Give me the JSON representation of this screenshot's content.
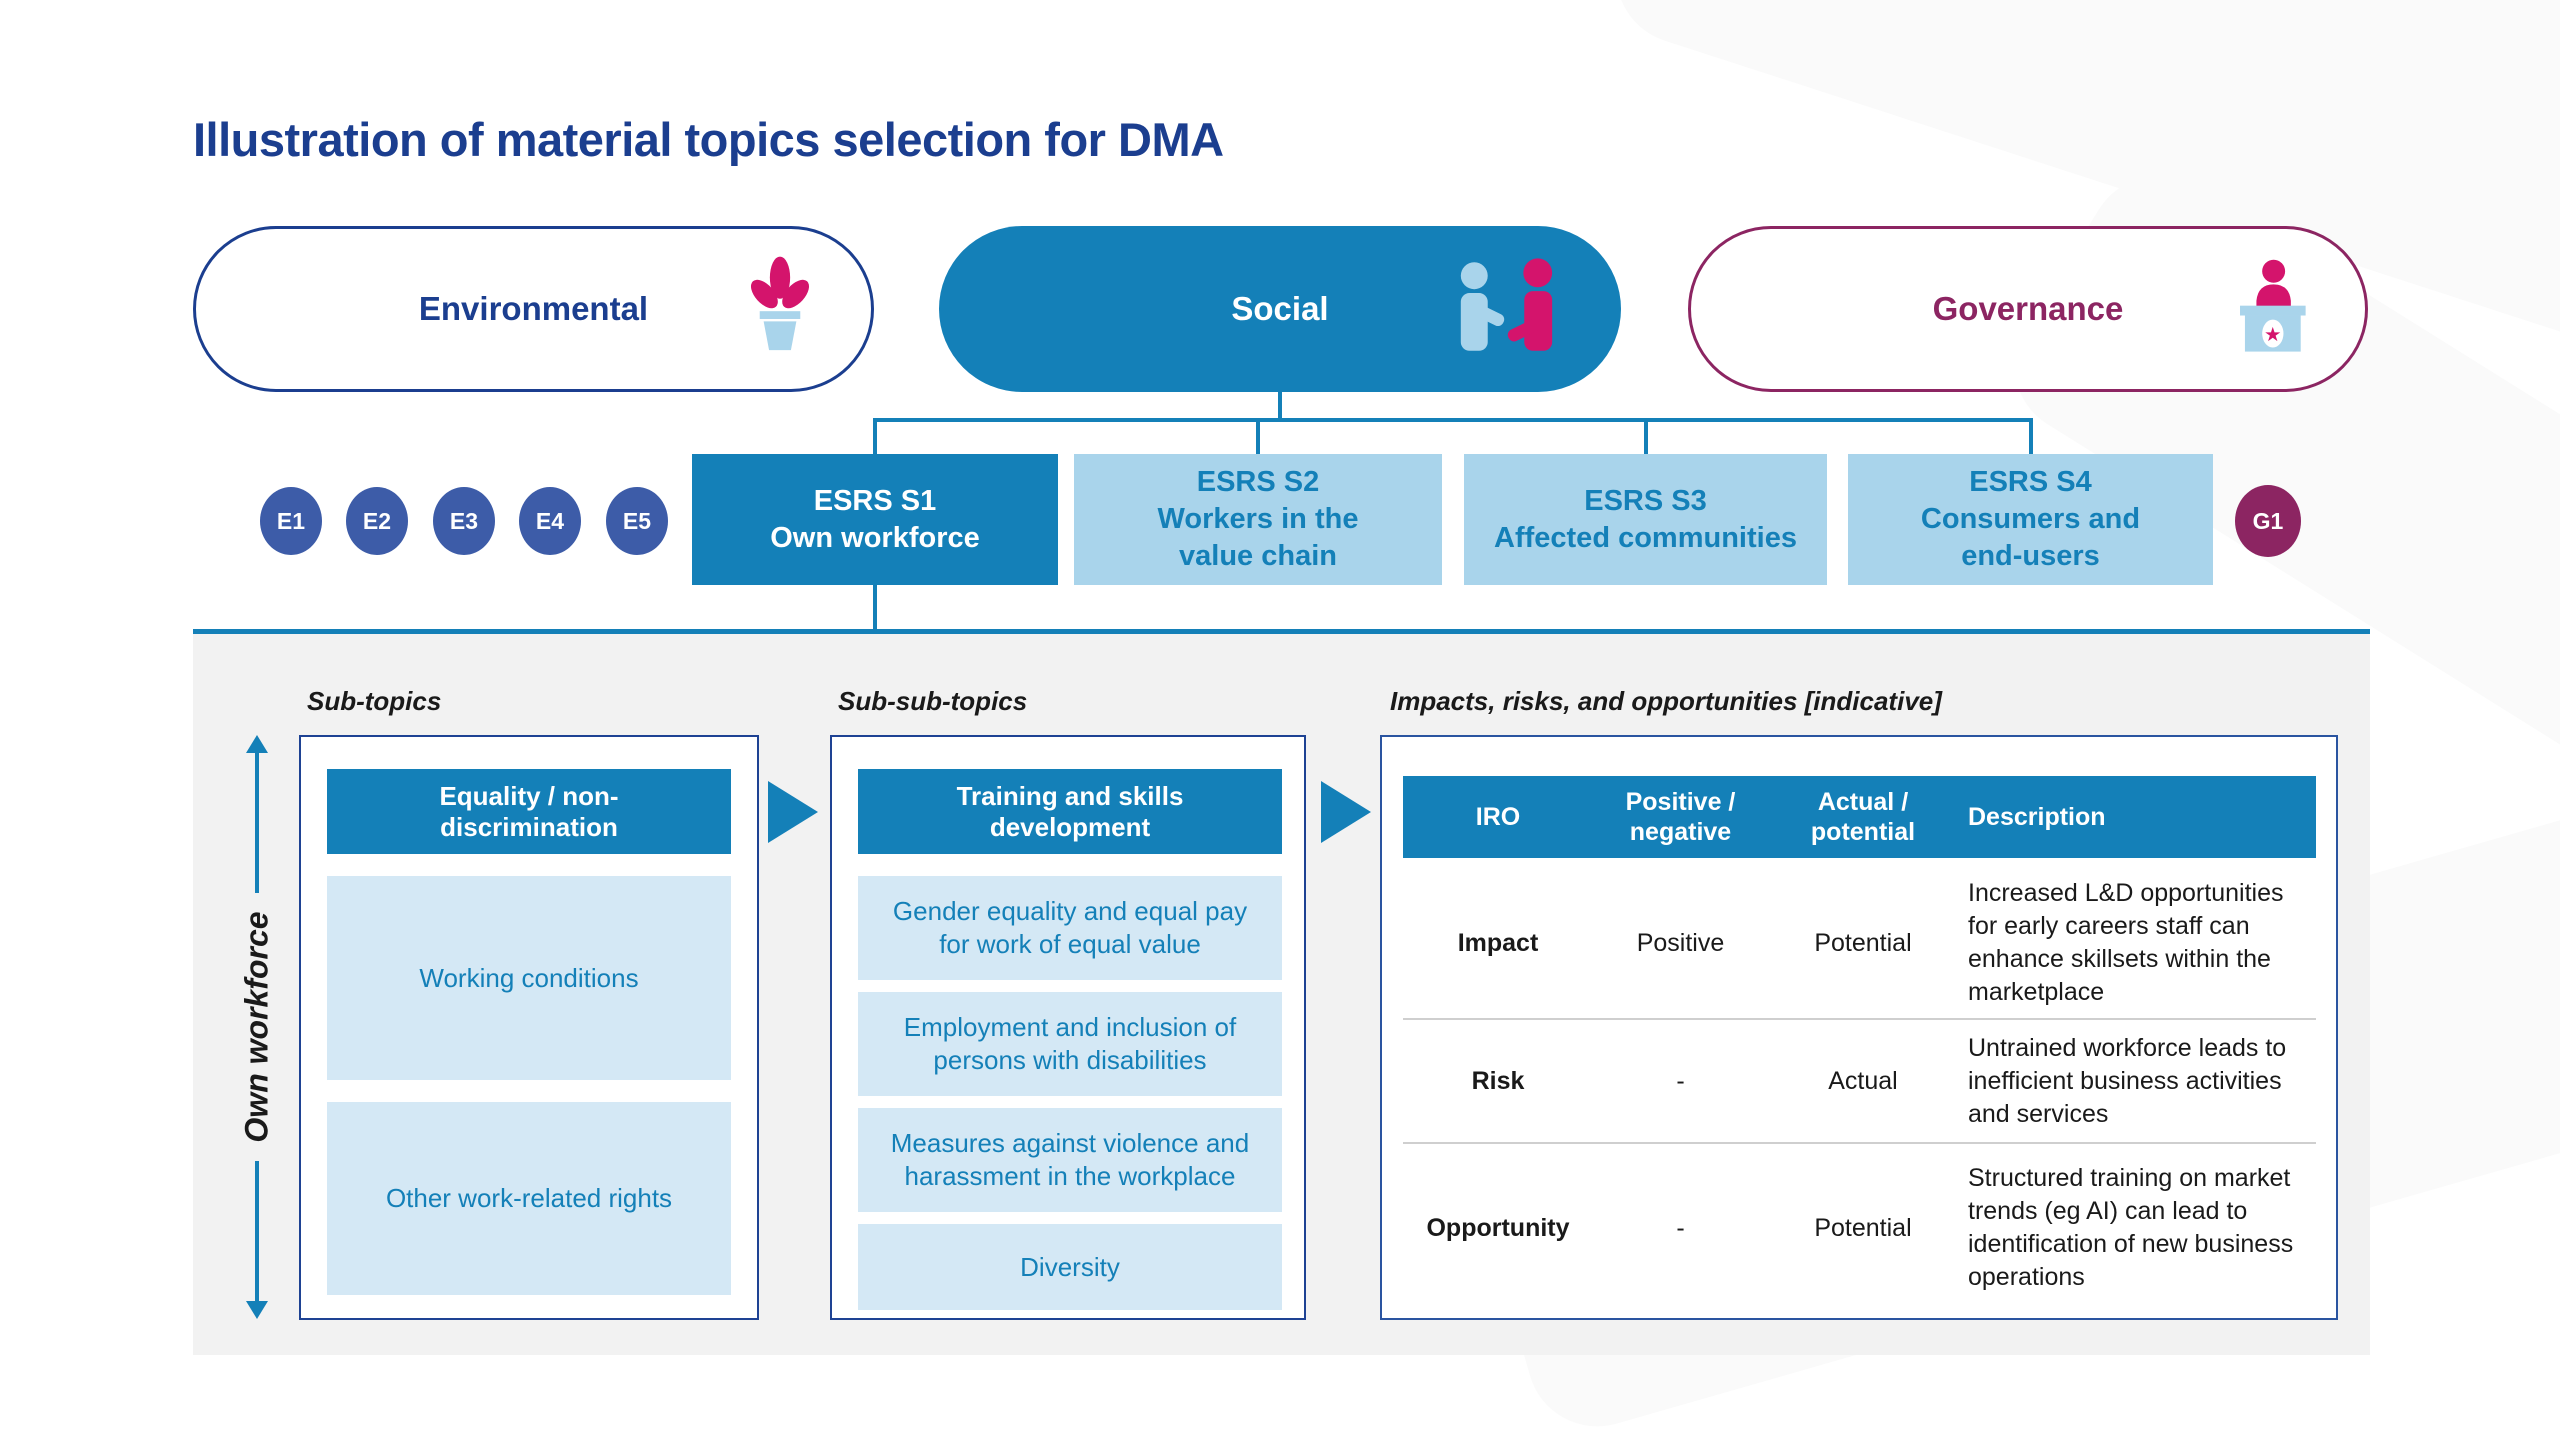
{
  "title": "Illustration of material topics selection for DMA",
  "pillars": {
    "environmental": {
      "label": "Environmental",
      "icon": "plant-in-pot-icon"
    },
    "social": {
      "label": "Social",
      "icon": "handshake-people-icon"
    },
    "governance": {
      "label": "Governance",
      "icon": "person-at-podium-icon"
    }
  },
  "badges": {
    "environmental": [
      "E1",
      "E2",
      "E3",
      "E4",
      "E5"
    ],
    "governance": [
      "G1"
    ]
  },
  "esrs": [
    {
      "code": "ESRS S1",
      "name": "Own workforce"
    },
    {
      "code": "ESRS S2",
      "name": "Workers in the value chain"
    },
    {
      "code": "ESRS S3",
      "name": "Affected communities"
    },
    {
      "code": "ESRS S4",
      "name": "Consumers and end-users"
    }
  ],
  "workforce_panel": {
    "axis_label": "Own workforce",
    "subtopics": {
      "heading": "Sub-topics",
      "selected": "Equality / non-discrimination",
      "others": [
        "Working conditions",
        "Other work-related rights"
      ]
    },
    "subsubtopics": {
      "heading": "Sub-sub-topics",
      "selected": "Training and skills development",
      "others": [
        "Gender equality and equal pay for work of equal value",
        "Employment and inclusion of persons with disabilities",
        "Measures against violence and harassment in the workplace",
        "Diversity"
      ]
    },
    "iro_table": {
      "heading": "Impacts, risks, and opportunities [indicative]",
      "columns": [
        "IRO",
        "Positive / negative",
        "Actual / potential",
        "Description"
      ],
      "rows": [
        {
          "iro": "Impact",
          "positive_negative": "Positive",
          "actual_potential": "Potential",
          "description": "Increased L&D opportunities for early careers staff can enhance skillsets within the marketplace"
        },
        {
          "iro": "Risk",
          "positive_negative": "-",
          "actual_potential": "Actual",
          "description": "Untrained workforce leads to inefficient business activities and services"
        },
        {
          "iro": "Opportunity",
          "positive_negative": "-",
          "actual_potential": "Potential",
          "description": "Structured training on market trends (eg AI) can lead to identification of new business operations"
        }
      ]
    }
  },
  "colors": {
    "navy": "#1b3e8f",
    "teal": "#1480b8",
    "light_blue": "#a9d4eb",
    "pale_blue": "#d4e8f5",
    "badge_blue": "#3d5ca8",
    "purple": "#8c2562",
    "magenta": "#d4146c",
    "panel_gray": "#f2f2f2"
  }
}
